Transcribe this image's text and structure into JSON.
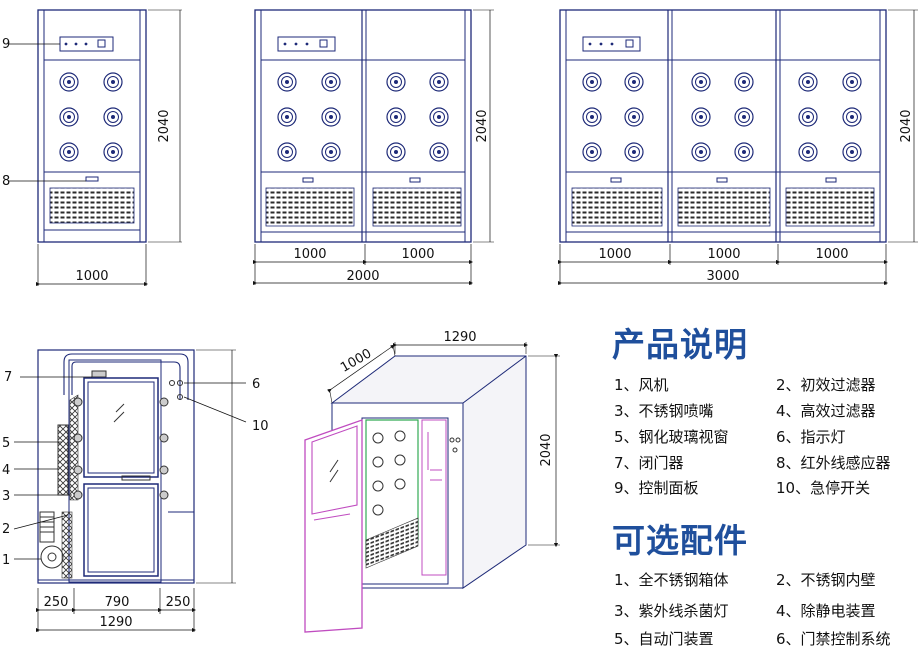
{
  "dims": {
    "single_width": "1000",
    "height": "2040",
    "double_unit": "1000",
    "double_total": "2000",
    "triple_unit": "1000",
    "triple_total": "3000",
    "side_left": "250",
    "side_mid": "790",
    "side_right": "250",
    "side_total": "1290",
    "iso_depth": "1000",
    "iso_width": "1290",
    "iso_height": "2040"
  },
  "callouts": {
    "c1": "1",
    "c2": "2",
    "c3": "3",
    "c4": "4",
    "c5": "5",
    "c6": "6",
    "c7": "7",
    "c8": "8",
    "c9": "9",
    "c10": "10"
  },
  "product_desc": {
    "title": "产品说明",
    "items": [
      "1、风机",
      "2、初效过滤器",
      "3、不锈钢喷嘴",
      "4、高效过滤器",
      "5、钢化玻璃视窗",
      "6、指示灯",
      "7、闭门器",
      "8、红外线感应器",
      "9、控制面板",
      "10、急停开关"
    ]
  },
  "options": {
    "title": "可选配件",
    "items": [
      "1、全不锈钢箱体",
      "2、不锈钢内壁",
      "3、紫外线杀菌灯",
      "4、除静电装置",
      "5、自动门装置",
      "6、门禁控制系统"
    ]
  },
  "colors": {
    "outline": "#1e2a78",
    "title": "#1f4f9c",
    "door": "#c04cc0"
  }
}
